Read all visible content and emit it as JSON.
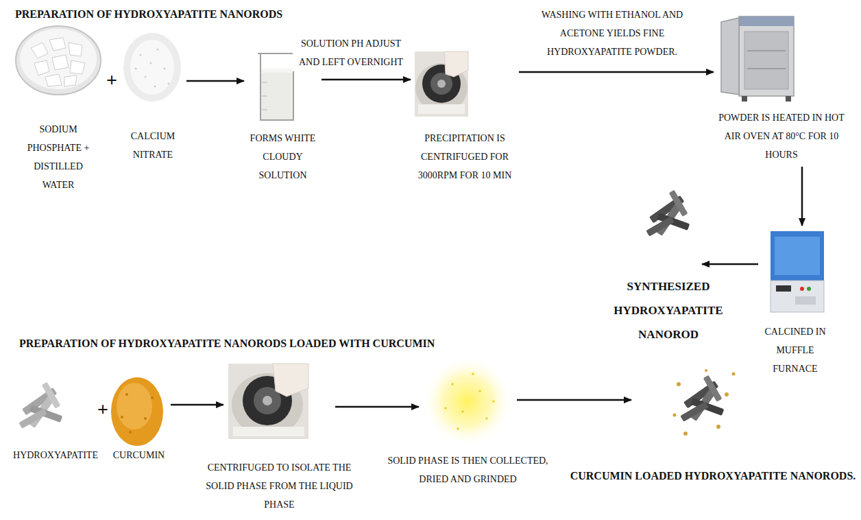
{
  "diagram": {
    "title": "PREPARATION OF HYDROXYAPATITE NANORODS",
    "nodes": [
      {
        "text": [
          "SODIUM PHOSPHATE + DISTILLED WATER"
        ]
      },
      {
        "text": [
          "CALCIUM NITRATE"
        ]
      },
      {
        "text": [
          "FORMS WHITE CLOUDY SOLUTION"
        ]
      },
      {
        "text": [
          "PRECIPITATION IS CENTRIFUGED FOR 3000RPM FOR 10 MIN"
        ]
      },
      {
        "text": [
          "POWDER IS HEATED IN HOT AIR OVEN AT 80°C FOR 10 HOURS"
        ]
      },
      {
        "text": [
          "CALCINED IN MUFFLE FURNACE"
        ]
      },
      {
        "text": [
          "SYNTHESIZED HYDROXYAPATITE NANOROD"
        ]
      },
      {
        "text": [
          "HYDROXYAPATITE"
        ]
      },
      {
        "text": [
          "CURCUMIN"
        ]
      },
      {
        "text": [
          "CENTRIFUGED TO ISOLATE THE SOLID PHASE FROM THE LIQUID PHASE"
        ]
      },
      {
        "text": [
          "SOLID PHASE IS THEN COLLECTED, DRIED AND GRINDED"
        ]
      },
      {
        "text": [
          "CURCUMIN LOADED HYDROXYAPATITE NANORODS."
        ]
      }
    ],
    "edges": [
      {
        "from": 1,
        "to": 2,
        "arrow": "to"
      },
      {
        "from": 2,
        "to": 3,
        "label": "SOLUTION PH ADJUST AND LEFT OVERNIGHT",
        "arrow": "to"
      },
      {
        "from": 3,
        "to": 4,
        "label": "WASHING WITH ETHANOL AND ACETONE YIELDS FINE HYDROXYAPATITE POWDER.",
        "arrow": "to"
      },
      {
        "from": 4,
        "to": 5,
        "arrow": "to"
      },
      {
        "from": 5,
        "to": 6,
        "arrow": "to"
      },
      {
        "from": 8,
        "to": 9,
        "arrow": "to"
      },
      {
        "from": 9,
        "to": 10,
        "arrow": "to"
      },
      {
        "from": 10,
        "to": 11,
        "arrow": "to"
      }
    ],
    "labels": [
      "PREPARATION OF HYDROXYAPATITE NANORODS LOADED WITH CURCUMIN",
      "+",
      "+"
    ]
  }
}
